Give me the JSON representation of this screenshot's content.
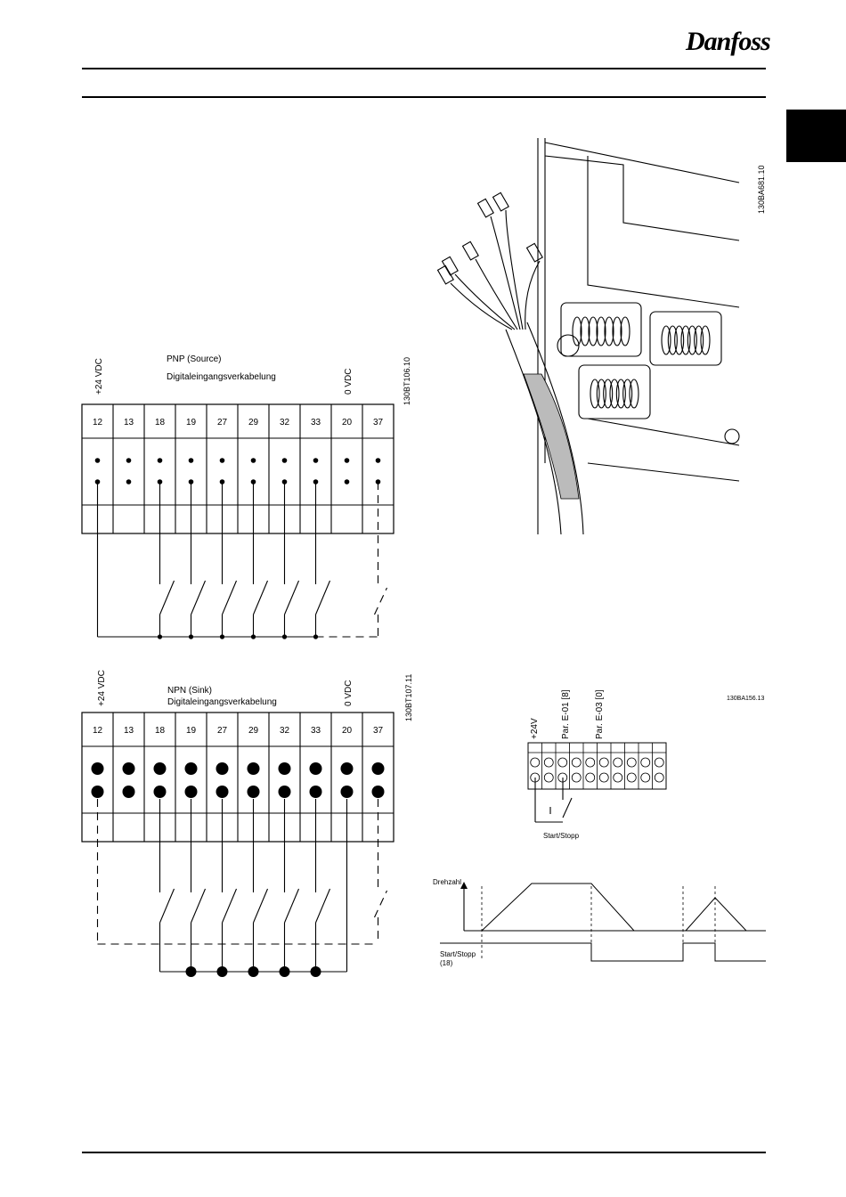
{
  "header": {
    "logo_text": "Danfoss"
  },
  "pnp": {
    "supply_label": "+24 VDC",
    "title": "PNP (Source)",
    "subtitle": "Digitaleingangsverkabelung",
    "zero_label": "0 VDC",
    "code": "130BT106.10",
    "terminals": [
      "12",
      "13",
      "18",
      "19",
      "27",
      "29",
      "32",
      "33",
      "20",
      "37"
    ]
  },
  "npn": {
    "supply_label": "+24 VDC",
    "title": "NPN (Sink)",
    "subtitle": "Digitaleingangsverkabelung",
    "zero_label": "0 VDC",
    "code": "130BT107.11",
    "terminals": [
      "12",
      "13",
      "18",
      "19",
      "27",
      "29",
      "32",
      "33",
      "20",
      "37"
    ]
  },
  "photo": {
    "code": "130BA681.10"
  },
  "startstop": {
    "code": "130BA156.13",
    "labels": [
      "+24V",
      "Par. E-01 [8]",
      "Par. E-03 [0]"
    ],
    "switch_label": "Start/Stopp",
    "speed_label": "Drehzahl",
    "signal_label": "Start/Stopp",
    "signal_sub": "(18)"
  }
}
